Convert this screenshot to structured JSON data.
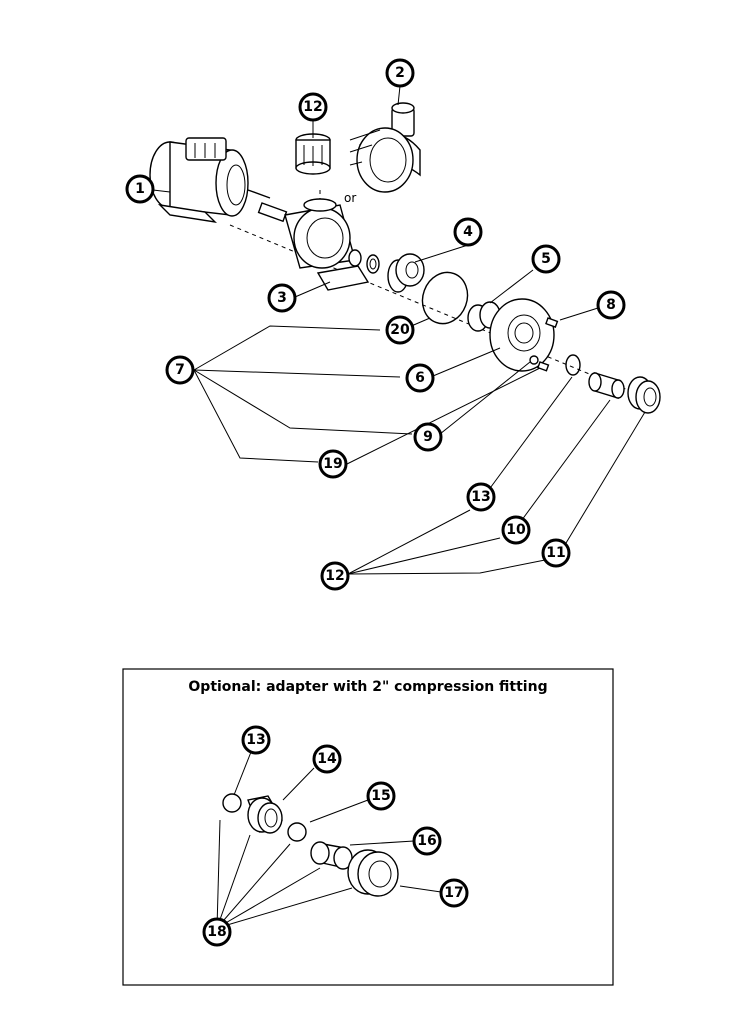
{
  "diagram": {
    "or_label": "or",
    "callouts": {
      "c1": "1",
      "c2": "2",
      "c12a": "12",
      "c3": "3",
      "c4": "4",
      "c5": "5",
      "c8": "8",
      "c20": "20",
      "c7": "7",
      "c6": "6",
      "c9": "9",
      "c19": "19",
      "c13": "13",
      "c10": "10",
      "c11": "11",
      "c12b": "12"
    }
  },
  "inset": {
    "title": "Optional: adapter with 2\" compression fitting",
    "callouts": {
      "c13": "13",
      "c14": "14",
      "c15": "15",
      "c16": "16",
      "c17": "17",
      "c18": "18"
    }
  }
}
